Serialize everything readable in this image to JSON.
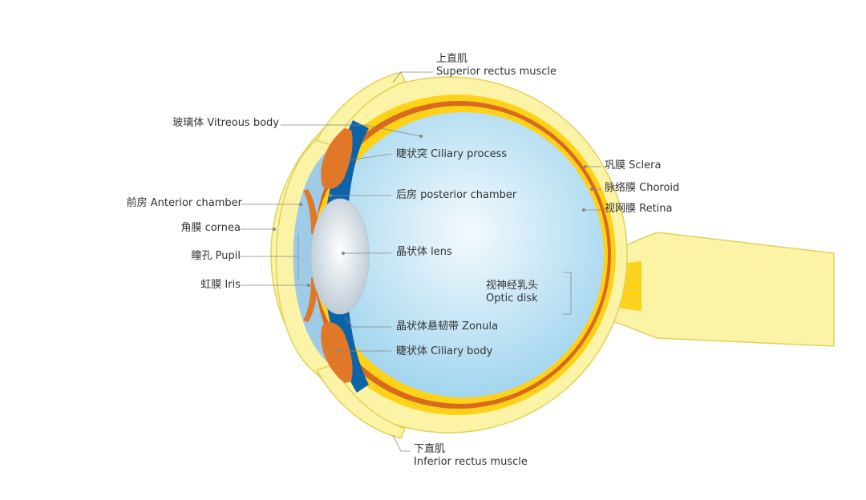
{
  "labels": {
    "superior_rectus": {
      "zh": "上直肌",
      "en": "Superior rectus muscle"
    },
    "inferior_rectus": {
      "zh": "下直肌",
      "en": "Inferior rectus muscle"
    },
    "vitreous_body": "玻璃体 Vitreous body",
    "ciliary_process": "睫状突  Ciliary process",
    "posterior_chamber": "后房 posterior chamber",
    "lens": "晶状体 lens",
    "zonula": "晶状体悬韧带 Zonula",
    "ciliary_body": "睫状体 Ciliary body",
    "anterior_chamber": "前房 Anterior chamber",
    "cornea": "角膜 cornea",
    "pupil": "瞳孔 Pupil",
    "iris": "虹膜 Iris",
    "sclera": "巩膜 Sclera",
    "choroid": "脉络膜 Choroid",
    "retina": "视网膜 Retina",
    "optic_disk": {
      "zh": "视神经乳头",
      "en": "Optic disk"
    }
  },
  "colors": {
    "sclera": "#fbf3a6",
    "sclera_outline": "#e2d15a",
    "retina_yellow": "#ffd21a",
    "choroid": "#d9691e",
    "vitreous_center": "#f4fafd",
    "vitreous_edge": "#9fd4ee",
    "ciliary": "#e07828",
    "aqueous": "#9ecbe6",
    "dark_blue": "#0d63a8",
    "lens_center": "#ffffff",
    "lens_edge": "#b8c6d2",
    "leader_line": "#888888"
  }
}
